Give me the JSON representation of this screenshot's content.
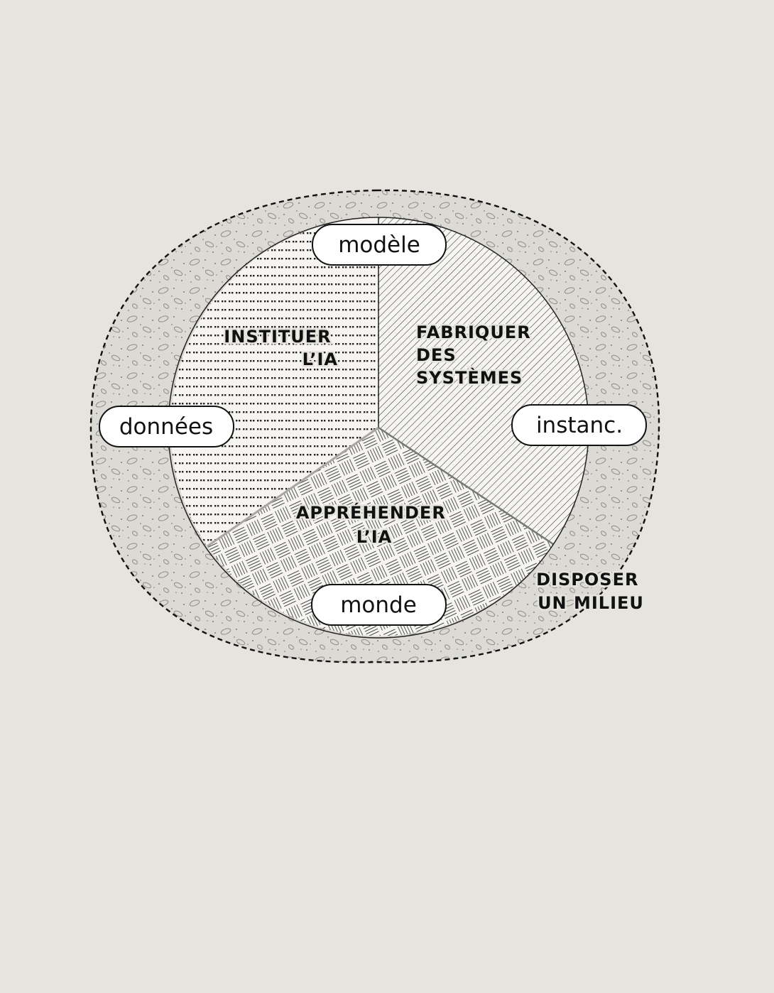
{
  "nodes": {
    "top": "modèle",
    "left": "données",
    "right": "instanc.",
    "bottom": "monde"
  },
  "sectors": {
    "left": {
      "line1": "INSTITUER",
      "line2": "L’IA"
    },
    "right": {
      "line1": "FABRIQUER",
      "line2": "DES",
      "line3": "SYSTÈMES"
    },
    "bottom": {
      "line1": "APPRÉHENDER",
      "line2": "L’IA"
    }
  },
  "outer": {
    "line1": "DISPOSER",
    "line2": "UN MILIEU"
  },
  "colors": {
    "background": "#e6e4df",
    "outer_fill": "#d8d6d0",
    "inner_fill": "#f6f5f2",
    "ink": "#111111"
  }
}
